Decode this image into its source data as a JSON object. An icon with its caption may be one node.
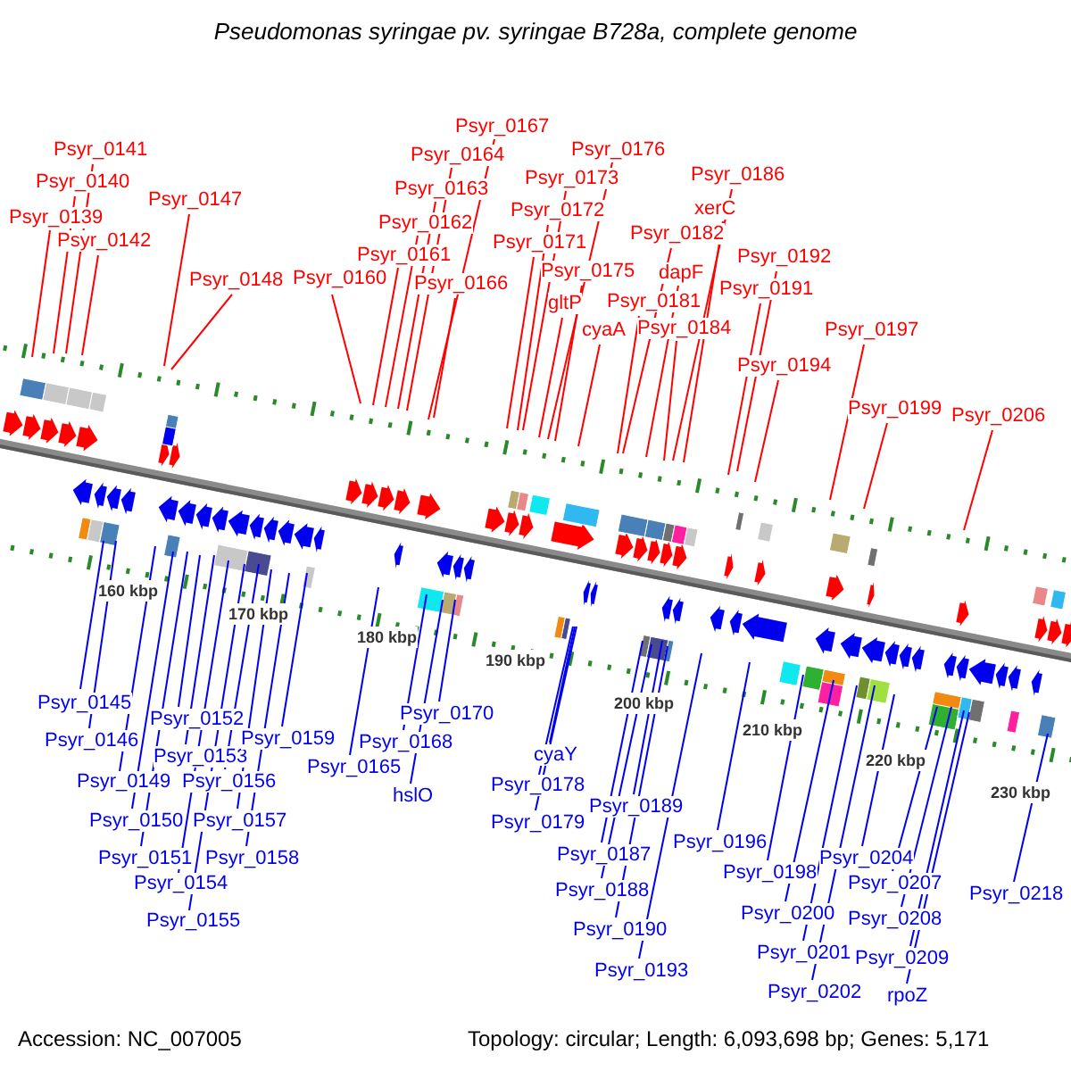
{
  "diagram": {
    "title": "Pseudomonas syringae pv. syringae B728a, complete genome",
    "nodes": [
      {
        "text": [
          "Psyr_0139"
        ]
      },
      {
        "text": [
          "Psyr_0140"
        ]
      },
      {
        "text": [
          "Psyr_0141"
        ]
      },
      {
        "text": [
          "Psyr_0142"
        ]
      },
      {
        "text": [
          "Psyr_0147"
        ]
      },
      {
        "text": [
          "Psyr_0148"
        ]
      },
      {
        "text": [
          "Psyr_0160"
        ]
      },
      {
        "text": [
          "Psyr_0161"
        ]
      },
      {
        "text": [
          "Psyr_0162"
        ]
      },
      {
        "text": [
          "Psyr_0163"
        ]
      },
      {
        "text": [
          "Psyr_0164"
        ]
      },
      {
        "text": [
          "Psyr_0166"
        ]
      },
      {
        "text": [
          "Psyr_0167"
        ]
      },
      {
        "text": [
          "Psyr_0171"
        ]
      },
      {
        "text": [
          "Psyr_0172"
        ]
      },
      {
        "text": [
          "Psyr_0173"
        ]
      },
      {
        "text": [
          "Psyr_0175"
        ]
      },
      {
        "text": [
          "Psyr_0176"
        ]
      },
      {
        "text": [
          "gltP"
        ]
      },
      {
        "text": [
          "cyaA"
        ]
      },
      {
        "text": [
          "Psyr_0181"
        ]
      },
      {
        "text": [
          "Psyr_0182"
        ]
      },
      {
        "text": [
          "dapF"
        ]
      },
      {
        "text": [
          "Psyr_0184"
        ]
      },
      {
        "text": [
          "Psyr_0186"
        ]
      },
      {
        "text": [
          "xerC"
        ]
      },
      {
        "text": [
          "Psyr_0191"
        ]
      },
      {
        "text": [
          "Psyr_0192"
        ]
      },
      {
        "text": [
          "Psyr_0194"
        ]
      },
      {
        "text": [
          "Psyr_0197"
        ]
      },
      {
        "text": [
          "Psyr_0199"
        ]
      },
      {
        "text": [
          "Psyr_0206"
        ]
      },
      {
        "text": [
          "Psyr_0145"
        ]
      },
      {
        "text": [
          "Psyr_0146"
        ]
      },
      {
        "text": [
          "Psyr_0149"
        ]
      },
      {
        "text": [
          "Psyr_0150"
        ]
      },
      {
        "text": [
          "Psyr_0151"
        ]
      },
      {
        "text": [
          "Psyr_0152"
        ]
      },
      {
        "text": [
          "Psyr_0153"
        ]
      },
      {
        "text": [
          "Psyr_0154"
        ]
      },
      {
        "text": [
          "Psyr_0155"
        ]
      },
      {
        "text": [
          "Psyr_0156"
        ]
      },
      {
        "text": [
          "Psyr_0157"
        ]
      },
      {
        "text": [
          "Psyr_0158"
        ]
      },
      {
        "text": [
          "Psyr_0159"
        ]
      },
      {
        "text": [
          "Psyr_0165"
        ]
      },
      {
        "text": [
          "Psyr_0168"
        ]
      },
      {
        "text": [
          "hslO"
        ]
      },
      {
        "text": [
          "Psyr_0170"
        ]
      },
      {
        "text": [
          "cyaY"
        ]
      },
      {
        "text": [
          "Psyr_0178"
        ]
      },
      {
        "text": [
          "Psyr_0179"
        ]
      },
      {
        "text": [
          "Psyr_0187"
        ]
      },
      {
        "text": [
          "Psyr_0188"
        ]
      },
      {
        "text": [
          "Psyr_0189"
        ]
      },
      {
        "text": [
          "Psyr_0190"
        ]
      },
      {
        "text": [
          "Psyr_0193"
        ]
      },
      {
        "text": [
          "Psyr_0196"
        ]
      },
      {
        "text": [
          "Psyr_0198"
        ]
      },
      {
        "text": [
          "Psyr_0200"
        ]
      },
      {
        "text": [
          "Psyr_0201"
        ]
      },
      {
        "text": [
          "Psyr_0202"
        ]
      },
      {
        "text": [
          "Psyr_0204"
        ]
      },
      {
        "text": [
          "Psyr_0207"
        ]
      },
      {
        "text": [
          "Psyr_0208"
        ]
      },
      {
        "text": [
          "Psyr_0209"
        ]
      },
      {
        "text": [
          "rpoZ"
        ]
      },
      {
        "text": [
          "Psyr_0218"
        ]
      }
    ],
    "edges": [
      {
        "from": 0,
        "to": null,
        "arrow": "none",
        "color": "#ff0000"
      },
      {
        "from": 1,
        "to": null,
        "arrow": "none",
        "color": "#ff0000"
      },
      {
        "from": 2,
        "to": null,
        "arrow": "none",
        "color": "#ff0000"
      },
      {
        "from": 3,
        "to": null,
        "arrow": "none",
        "color": "#ff0000"
      },
      {
        "from": 4,
        "to": null,
        "arrow": "none",
        "color": "#ff0000"
      },
      {
        "from": 5,
        "to": null,
        "arrow": "none",
        "color": "#ff0000"
      },
      {
        "from": 6,
        "to": null,
        "arrow": "none",
        "color": "#ff0000"
      },
      {
        "from": 7,
        "to": null,
        "arrow": "none",
        "color": "#ff0000"
      },
      {
        "from": 8,
        "to": null,
        "arrow": "none",
        "color": "#ff0000"
      },
      {
        "from": 9,
        "to": null,
        "arrow": "none",
        "color": "#ff0000"
      },
      {
        "from": 10,
        "to": null,
        "arrow": "none",
        "color": "#ff0000"
      },
      {
        "from": 11,
        "to": null,
        "arrow": "none",
        "color": "#ff0000"
      },
      {
        "from": 12,
        "to": null,
        "arrow": "none",
        "color": "#ff0000"
      },
      {
        "from": 13,
        "to": null,
        "arrow": "none",
        "color": "#ff0000"
      },
      {
        "from": 14,
        "to": null,
        "arrow": "none",
        "color": "#ff0000"
      },
      {
        "from": 15,
        "to": null,
        "arrow": "none",
        "color": "#ff0000"
      },
      {
        "from": 16,
        "to": null,
        "arrow": "none",
        "color": "#ff0000"
      },
      {
        "from": 17,
        "to": null,
        "arrow": "none",
        "color": "#ff0000"
      },
      {
        "from": 18,
        "to": null,
        "arrow": "none",
        "color": "#ff0000"
      },
      {
        "from": 19,
        "to": null,
        "arrow": "none",
        "color": "#ff0000"
      },
      {
        "from": 20,
        "to": null,
        "arrow": "none",
        "color": "#ff0000"
      },
      {
        "from": 21,
        "to": null,
        "arrow": "none",
        "color": "#ff0000"
      },
      {
        "from": 22,
        "to": null,
        "arrow": "none",
        "color": "#ff0000"
      },
      {
        "from": 23,
        "to": null,
        "arrow": "none",
        "color": "#ff0000"
      },
      {
        "from": 24,
        "to": null,
        "arrow": "none",
        "color": "#ff0000"
      },
      {
        "from": 25,
        "to": null,
        "arrow": "none",
        "color": "#ff0000"
      },
      {
        "from": 26,
        "to": null,
        "arrow": "none",
        "color": "#ff0000"
      },
      {
        "from": 27,
        "to": null,
        "arrow": "none",
        "color": "#ff0000"
      },
      {
        "from": 28,
        "to": null,
        "arrow": "none",
        "color": "#ff0000"
      },
      {
        "from": 29,
        "to": null,
        "arrow": "none",
        "color": "#ff0000"
      },
      {
        "from": 30,
        "to": null,
        "arrow": "none",
        "color": "#ff0000"
      },
      {
        "from": 31,
        "to": null,
        "arrow": "none",
        "color": "#ff0000"
      },
      {
        "from": 32,
        "to": null,
        "arrow": "none"
      },
      {
        "from": 33,
        "to": null,
        "arrow": "none"
      },
      {
        "from": 34,
        "to": null,
        "arrow": "none"
      },
      {
        "from": 35,
        "to": null,
        "arrow": "none"
      },
      {
        "from": 36,
        "to": null,
        "arrow": "none"
      },
      {
        "from": 37,
        "to": null,
        "arrow": "none"
      },
      {
        "from": 38,
        "to": null,
        "arrow": "none"
      },
      {
        "from": 39,
        "to": null,
        "arrow": "none"
      },
      {
        "from": 40,
        "to": null,
        "arrow": "none"
      },
      {
        "from": 41,
        "to": null,
        "arrow": "none"
      },
      {
        "from": 42,
        "to": null,
        "arrow": "none"
      },
      {
        "from": 43,
        "to": null,
        "arrow": "none"
      },
      {
        "from": 44,
        "to": null,
        "arrow": "none"
      },
      {
        "from": 45,
        "to": null,
        "arrow": "none"
      },
      {
        "from": 46,
        "to": null,
        "arrow": "none"
      },
      {
        "from": 47,
        "to": null,
        "arrow": "none"
      },
      {
        "from": 48,
        "to": null,
        "arrow": "none"
      },
      {
        "from": 49,
        "to": null,
        "arrow": "none"
      },
      {
        "from": 50,
        "to": null,
        "arrow": "none"
      },
      {
        "from": 51,
        "to": null,
        "arrow": "none"
      },
      {
        "from": 52,
        "to": null,
        "arrow": "none"
      },
      {
        "from": 53,
        "to": null,
        "arrow": "none"
      },
      {
        "from": 54,
        "to": null,
        "arrow": "none"
      },
      {
        "from": 55,
        "to": null,
        "arrow": "none"
      },
      {
        "from": 56,
        "to": null,
        "arrow": "none"
      },
      {
        "from": 57,
        "to": null,
        "arrow": "none"
      },
      {
        "from": 58,
        "to": null,
        "arrow": "none"
      },
      {
        "from": 59,
        "to": null,
        "arrow": "none"
      },
      {
        "from": 60,
        "to": null,
        "arrow": "none"
      },
      {
        "from": 61,
        "to": null,
        "arrow": "none"
      },
      {
        "from": 62,
        "to": null,
        "arrow": "none"
      },
      {
        "from": 63,
        "to": null,
        "arrow": "none"
      },
      {
        "from": 64,
        "to": null,
        "arrow": "none"
      },
      {
        "from": 65,
        "to": null,
        "arrow": "none"
      },
      {
        "from": 66,
        "to": null,
        "arrow": "none"
      },
      {
        "from": 67,
        "to": null,
        "arrow": "none"
      }
    ],
    "labels": [
      "160 kbp",
      "170 kbp",
      "180 kbp",
      "190 kbp",
      "200 kbp",
      "210 kbp",
      "220 kbp",
      "230 kbp",
      "Accession: NC_007005",
      "Topology: circular; Length: 6,093,698 bp; Genes: 5,171"
    ]
  }
}
